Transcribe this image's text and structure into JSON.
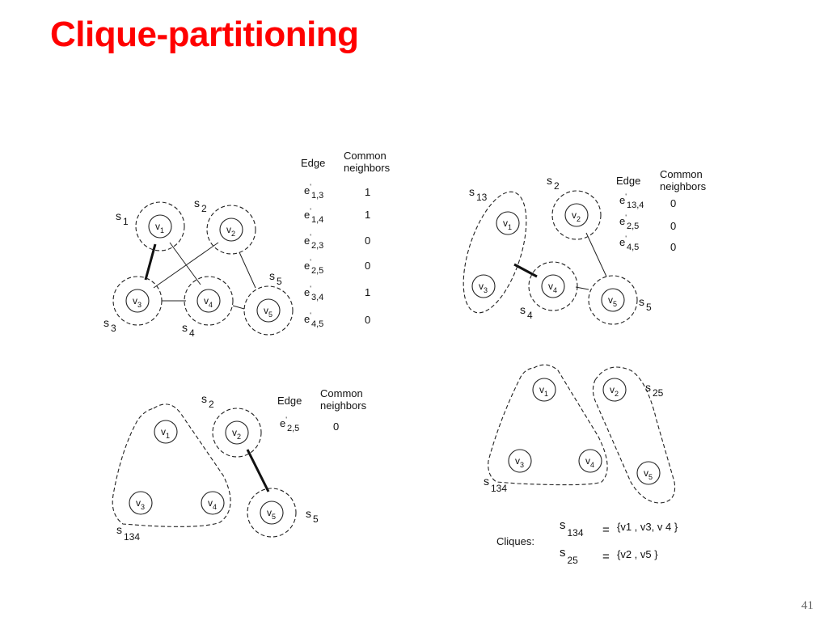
{
  "slide": {
    "title": "Clique-partitioning",
    "page_number": "41"
  },
  "tables": {
    "table1": {
      "header_edge": "Edge",
      "header_common_1": "Common",
      "header_common_2": "neighbors",
      "rows": [
        {
          "sub": "1,3",
          "value": "1"
        },
        {
          "sub": "1,4",
          "value": "1"
        },
        {
          "sub": "2,3",
          "value": "0"
        },
        {
          "sub": "2,5",
          "value": "0"
        },
        {
          "sub": "3,4",
          "value": "1"
        },
        {
          "sub": "4,5",
          "value": "0"
        }
      ]
    },
    "table2": {
      "header_edge": "Edge",
      "header_common_1": "Common",
      "header_common_2": "neighbors",
      "rows": [
        {
          "sub": "13,4",
          "value": "0"
        },
        {
          "sub": "2,5",
          "value": "0"
        },
        {
          "sub": "4,5",
          "value": "0"
        }
      ]
    },
    "table3": {
      "header_edge": "Edge",
      "header_common_1": "Common",
      "header_common_2": "neighbors",
      "rows": [
        {
          "sub": "2,5",
          "value": "0"
        }
      ]
    }
  },
  "cliques": {
    "label": "Cliques:",
    "rows": [
      {
        "name_sub": "134",
        "equals": "=",
        "set": "{v1 , v3, v 4 }"
      },
      {
        "name_sub": "25",
        "equals": "=",
        "set": "{v2 , v5 }"
      }
    ]
  },
  "symbols": {
    "vertex_letter": "v",
    "supernode_letter": "s",
    "edge_letter": "e",
    "prime": "'",
    "v1": "1",
    "v2": "2",
    "v3": "3",
    "v4": "4",
    "v5": "5",
    "s1": "1",
    "s2": "2",
    "s3": "3",
    "s4": "4",
    "s5": "5",
    "s13": "13",
    "s134": "134",
    "s25": "25"
  }
}
